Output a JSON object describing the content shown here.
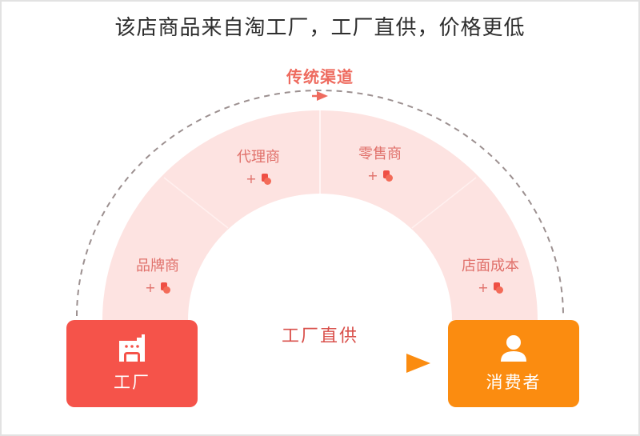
{
  "title": "该店商品来自淘工厂，工厂直供，价格更低",
  "traditional_channel": {
    "label": "传统渠道",
    "arrow_color": "#ee6b5f",
    "segments": [
      {
        "label": "品牌商",
        "plus": "+",
        "icon": "money-bag-icon"
      },
      {
        "label": "代理商",
        "plus": "+",
        "icon": "money-bag-icon"
      },
      {
        "label": "零售商",
        "plus": "+",
        "icon": "money-bag-icon"
      },
      {
        "label": "店面成本",
        "plus": "+",
        "icon": "money-bag-icon"
      }
    ],
    "arc_color": "#fde3e1"
  },
  "direct_supply": {
    "label": "工厂直供",
    "arrow_start_color": "#f05a4f",
    "arrow_end_color": "#fb8c10"
  },
  "nodes": {
    "factory": {
      "label": "工厂",
      "icon": "factory-icon",
      "color": "#f5534a"
    },
    "consumer": {
      "label": "消费者",
      "icon": "person-icon",
      "color": "#fb8c10"
    }
  }
}
